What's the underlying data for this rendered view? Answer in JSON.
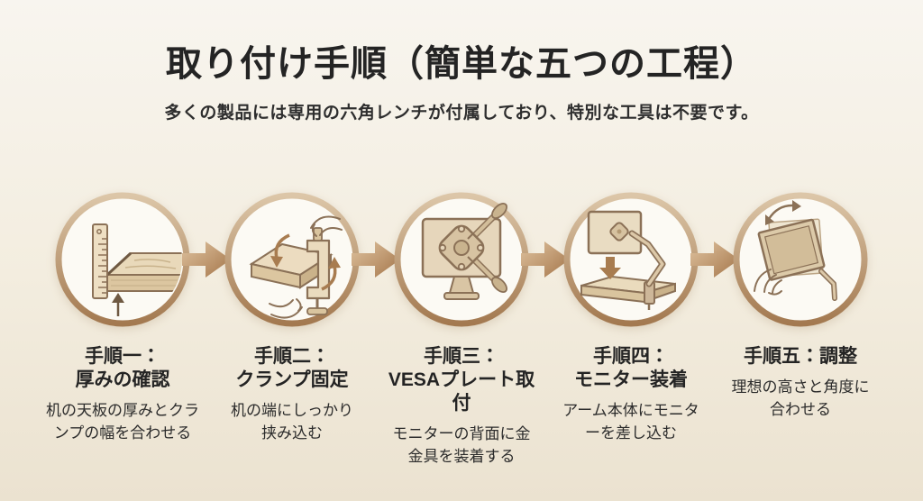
{
  "header": {
    "title": "取り付け手順（簡単な五つの工程）",
    "subtitle": "多くの製品には専用の六角レンチが付属しており、特別な工具は不要です。"
  },
  "steps": [
    {
      "title": "手順一：\n厚みの確認",
      "description": "机の天板の厚みとクラ\nンプの幅を合わせる",
      "icon": "ruler-desk-thickness-icon"
    },
    {
      "title": "手順二：\nクランプ固定",
      "description": "机の端にしっかり\n挟み込む",
      "icon": "clamp-tighten-icon"
    },
    {
      "title": "手順三：\nVESAプレート取付",
      "description": "モニターの背面に金\n金具を装着する",
      "icon": "vesa-plate-attach-icon"
    },
    {
      "title": "手順四：\nモニター装着",
      "description": "アーム本体にモニタ\nーを差し込む",
      "icon": "monitor-attach-arm-icon"
    },
    {
      "title": "手順五：調整",
      "description": "理想の高さと角度に\n合わせる",
      "icon": "adjust-height-angle-icon"
    }
  ],
  "flow": {
    "arrow_icon": "arrow-right-icon",
    "arrow_count": 4
  },
  "colors": {
    "background_top": "#f8f5ef",
    "background_bottom": "#ebe2d0",
    "ring_light": "#dcc6a8",
    "ring_dark": "#a37950",
    "arrow_light": "#dfc3a0",
    "arrow_dark": "#a5764a",
    "circle_fill": "#fcfaf4",
    "illustration_stroke": "#8b7157",
    "text": "#262626"
  }
}
